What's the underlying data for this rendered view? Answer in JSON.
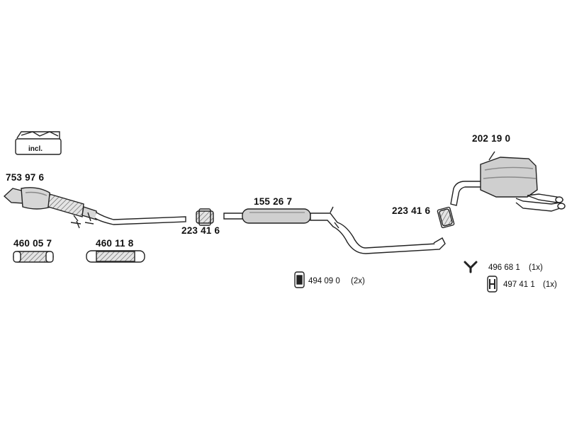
{
  "diagram": {
    "kit_badge": "incl.",
    "parts": {
      "catalyst": "753 97 6",
      "flex_a": "460 05 7",
      "flex_b": "460 11 8",
      "clamp_left": "223 41 6",
      "middle_silencer": "155 26 7",
      "clamp_right": "223 41 6",
      "rear_silencer": "202 19 0"
    },
    "hardware": [
      {
        "code": "494 09 0",
        "qty": "(2x)"
      },
      {
        "code": "496 68 1",
        "qty": "(1x)"
      },
      {
        "code": "497 41 1",
        "qty": "(1x)"
      }
    ]
  },
  "colors": {
    "line": "#222222",
    "fill": "#d6d6d6",
    "shade": "#9a9a9a"
  }
}
